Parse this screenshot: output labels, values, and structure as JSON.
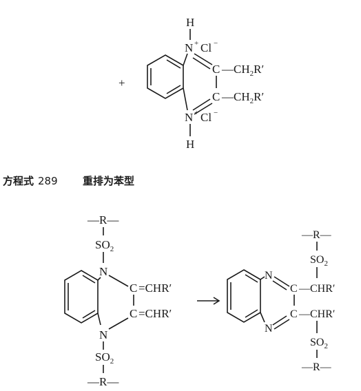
{
  "top_structure": {
    "plus": "+",
    "h_top": "H",
    "n_top": "N",
    "n_top_charge": "+",
    "cl_top": "Cl",
    "cl_top_charge": "−",
    "c1": "C",
    "ch2r_1": "—CH",
    "ch2r_1_sub": "2",
    "ch2r_1_r": "R′",
    "c2": "C",
    "ch2r_2": "—CH",
    "ch2r_2_sub": "2",
    "ch2r_2_r": "R′",
    "n_bot": "N",
    "n_bot_charge": "+",
    "cl_bot": "Cl",
    "cl_bot_charge": "−",
    "h_bot": "H"
  },
  "caption": {
    "label": "方程式",
    "number": "289",
    "title": "重排为苯型"
  },
  "left_structure": {
    "r_top": "—R—",
    "so2_top": "SO",
    "so2_top_sub": "2",
    "n_top": "N",
    "c1": "C",
    "chr_1": "=CHR′",
    "c2": "C",
    "chr_2": "=CHR′",
    "n_bot": "N",
    "so2_bot": "SO",
    "so2_bot_sub": "2",
    "r_bot": "—R—"
  },
  "arrow": "⟶",
  "right_structure": {
    "r_top": "—R—",
    "so2_top": "SO",
    "so2_top_sub": "2",
    "n_top": "N",
    "c1": "C",
    "chr_1": "—CHR′",
    "c2": "C",
    "chr_2": "—CHR′",
    "n_bot": "N",
    "so2_bot": "SO",
    "so2_bot_sub": "2",
    "r_bot": "—R—"
  }
}
